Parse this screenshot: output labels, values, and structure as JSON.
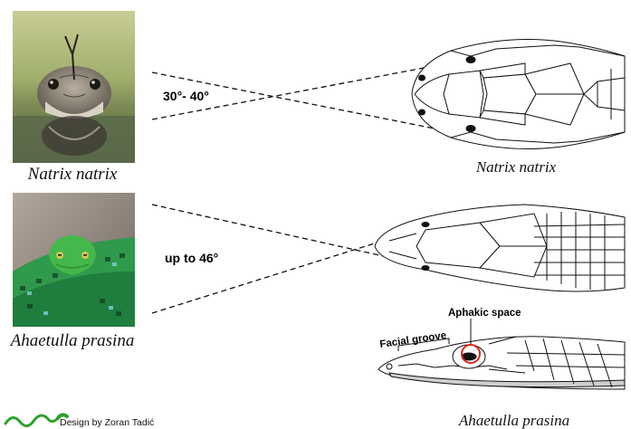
{
  "photos": {
    "top_caption": "Natrix natrix",
    "bottom_caption": "Ahaetulla prasina"
  },
  "angles": {
    "top": "30°- 40°",
    "bottom": "up to 46°"
  },
  "drawings": {
    "top_caption": "Natrix natrix",
    "bottom_caption": "Ahaetulla prasina",
    "label_aphakic": "Aphakic space",
    "label_facial": "Facial groove"
  },
  "credit": {
    "text": "Design by Zoran Tadić"
  },
  "colors": {
    "natrix_bg_top": "#b7c27e",
    "natrix_water": "#6b7a58",
    "ahaetulla_bg": "#9b8f86",
    "snake_green": "#3fae3a",
    "highlight_red": "#e0241b",
    "logo_green": "#2ea12b"
  }
}
